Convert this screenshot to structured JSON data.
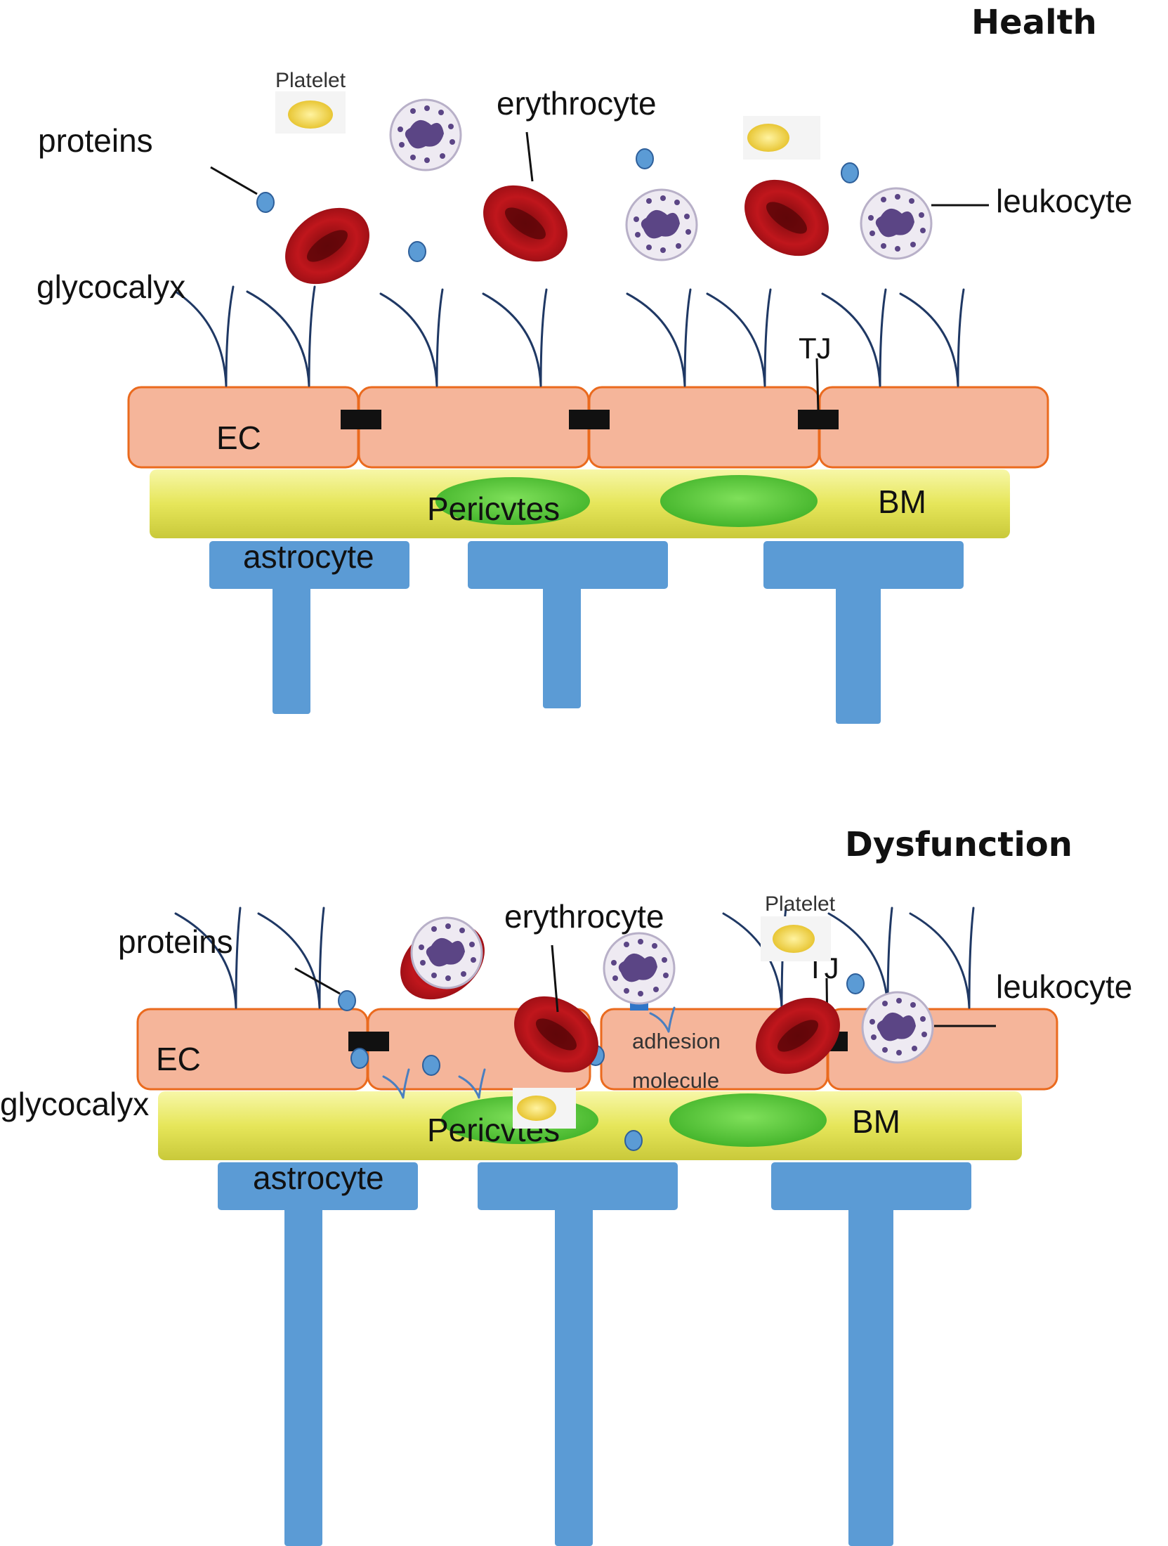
{
  "colors": {
    "endothelial_fill": "#f5b59a",
    "endothelial_stroke": "#ea6a1e",
    "basement_membrane": "#e8e86a",
    "pericyte": "#5ccf3c",
    "astrocyte": "#5b9bd5",
    "tight_junction": "#111111",
    "erythrocyte": "#b8141b",
    "erythrocyte_center": "#5a0508",
    "platelet": "#f2d44a",
    "leukocyte_body": "#eeeaf2",
    "leukocyte_nucleus": "#5b4585",
    "protein": "#5b9bd5",
    "glycocalyx": "#1f3864"
  },
  "panels": [
    {
      "title": "Health",
      "labels": {
        "platelet": "Platelet",
        "proteins": "proteins",
        "erythrocyte": "erythrocyte",
        "leukocyte": "leukocyte",
        "glycocalyx": "glycocalyx",
        "tight_junction": "TJ",
        "endothelial_cell": "EC",
        "pericytes": "Pericvtes",
        "basement_membrane": "BM",
        "astrocyte": "astrocyte"
      }
    },
    {
      "title": "Dysfunction",
      "labels": {
        "platelet": "Platelet",
        "proteins": "proteins",
        "erythrocyte": "erythrocyte",
        "leukocyte": "leukocyte",
        "glycocalyx": "glycocalyx",
        "tight_junction": "TJ",
        "endothelial_cell": "EC",
        "pericytes": "Pericvtes",
        "basement_membrane": "BM",
        "astrocyte": "astrocyte",
        "adhesion_line1": "adhesion",
        "adhesion_line2": "molecule"
      }
    }
  ]
}
